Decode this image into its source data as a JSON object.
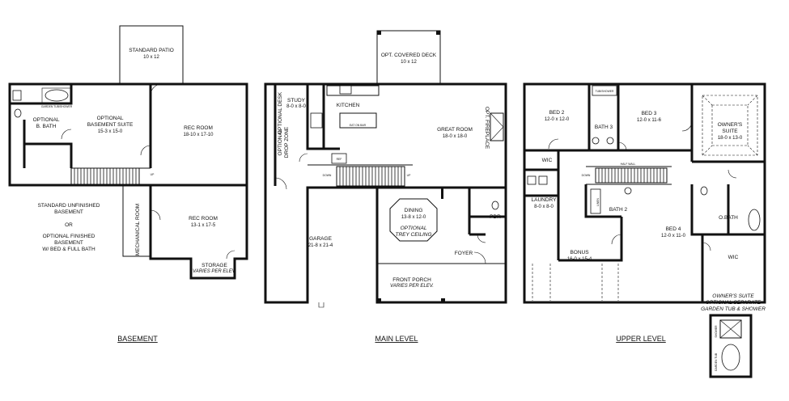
{
  "levels": {
    "basement": {
      "title": "BASEMENT",
      "patio": {
        "name": "STANDARD PATIO",
        "dim": "10 x 12"
      },
      "bath": {
        "name1": "OPTIONAL",
        "name2": "B. BATH"
      },
      "suite": {
        "name1": "OPTIONAL",
        "name2": "BASEMENT SUITE",
        "dim": "15-3 x 15-0"
      },
      "rec1": {
        "name": "REC ROOM",
        "dim": "18-10 x 17-10"
      },
      "rec2": {
        "name": "REC ROOM",
        "dim": "13-1 x 17-5"
      },
      "mech": {
        "name": "MECHANICAL ROOM"
      },
      "storage": {
        "name": "STORAGE",
        "note": "VARIES PER ELEV."
      },
      "note": [
        "STANDARD UNFINISHED",
        "BASEMENT",
        "OR",
        "OPTIONAL FINISHED",
        "BASEMENT",
        "W/ BED & FULL BATH"
      ],
      "tub_label": "GARDEN TUB/SHOWER",
      "up_label": "UP"
    },
    "main": {
      "title": "MAIN LEVEL",
      "deck": {
        "name": "OPT. COVERED DECK",
        "dim": "10 x 12"
      },
      "desk": {
        "name": "OPTIONAL DESK"
      },
      "drop": {
        "name1": "OPTIONAL",
        "name2": "DROP ZONE"
      },
      "study": {
        "name": "STUDY",
        "dim": "8-0 x 8-0"
      },
      "kitchen": {
        "name": "KITCHEN",
        "bar": "EAT ON BAR"
      },
      "great": {
        "name": "GREAT ROOM",
        "dim": "18-0 x 18-0"
      },
      "fireplace": {
        "name": "OPT. FIREPLACE"
      },
      "dining": {
        "name": "DINING",
        "dim": "13-8 x 12-0",
        "note1": "OPTIONAL",
        "note2": "TREY CEILING"
      },
      "pdr": {
        "name": "PDR"
      },
      "garage": {
        "name": "GARAGE",
        "dim": "21-8 x 21-4"
      },
      "foyer": {
        "name": "FOYER"
      },
      "porch": {
        "name": "FRONT PORCH",
        "note": "VARIES PER ELEV."
      },
      "ref_label": "REF",
      "down_label": "DOWN",
      "up_label": "UP"
    },
    "upper": {
      "title": "UPPER LEVEL",
      "bed2": {
        "name": "BED 2",
        "dim": "12-0 x 12-0"
      },
      "bed3": {
        "name": "BED 3",
        "dim": "12-0 x 11-6"
      },
      "bath3": {
        "name": "BATH 3"
      },
      "owner": {
        "name1": "OWNER'S",
        "name2": "SUITE",
        "dim": "18-0 x 13-0"
      },
      "wic1": {
        "name": "WIC"
      },
      "laundry": {
        "name": "LAUNDRY",
        "dim": "8-0 x 8-0"
      },
      "bath2": {
        "name": "BATH 2"
      },
      "bed4": {
        "name": "BED 4",
        "dim": "12-0 x 11-0"
      },
      "obath": {
        "name": "O.BATH"
      },
      "bonus": {
        "name": "BONUS",
        "dim": "16-0 x 15-4"
      },
      "wic2": {
        "name": "WIC"
      },
      "linen_label": "LINEN",
      "shower_label": "TUB/SHOWER",
      "half_wall": "HALF WALL",
      "down_label": "DOWN",
      "option_note": [
        "OWNER'S SUITE",
        "OPTIONAL SEPARATE",
        "GARDEN TUB & SHOWER"
      ],
      "option_shower": "SHOWER",
      "option_tub": "GARDEN TUB"
    }
  }
}
